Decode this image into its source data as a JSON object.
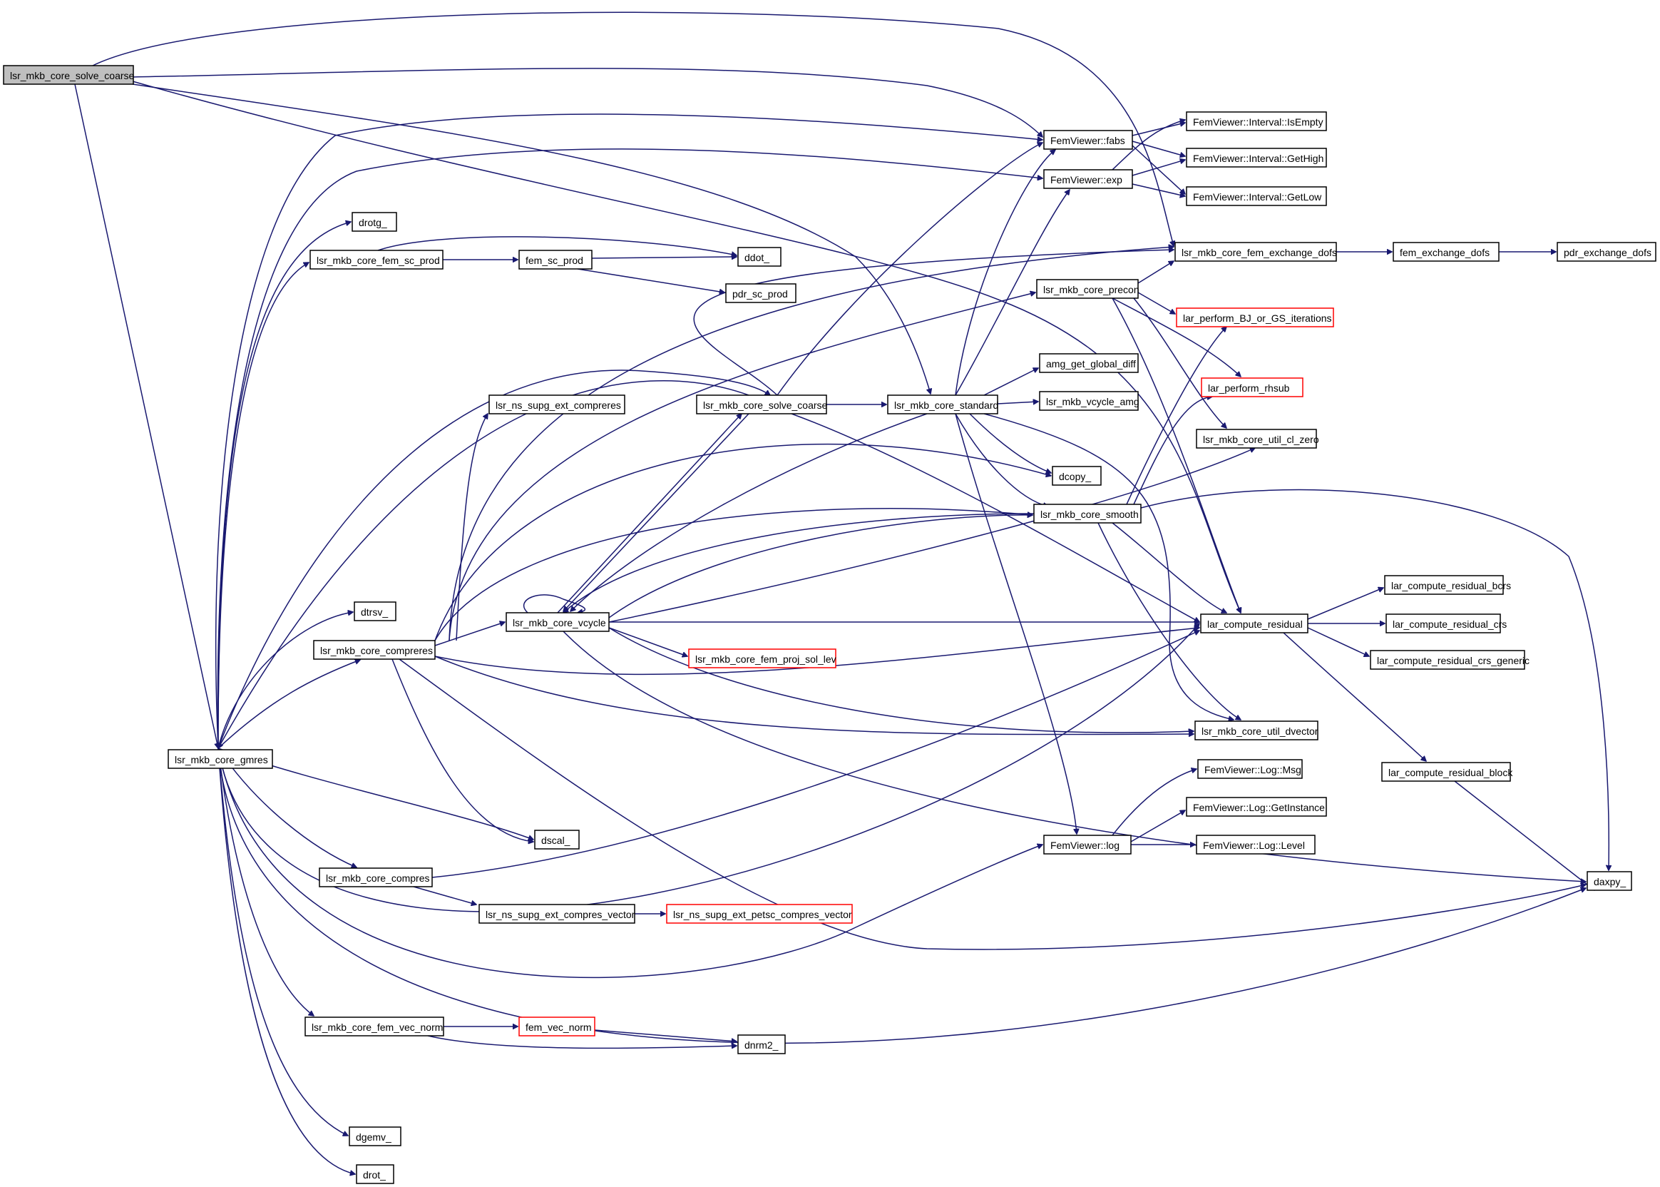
{
  "graph": {
    "type": "call-graph",
    "colors": {
      "edge": "#191970",
      "node_border": "#000000",
      "truncated_border": "#ff0000",
      "root_fill": "#bfbfbf",
      "node_fill": "#ffffff"
    },
    "nodes": [
      {
        "id": "root",
        "label": "lsr_mkb_core_solve_coarse",
        "kind": "root"
      },
      {
        "id": "gmres",
        "label": "lsr_mkb_core_gmres"
      },
      {
        "id": "fabs",
        "label": "FemViewer::fabs"
      },
      {
        "id": "exp",
        "label": "FemViewer::exp"
      },
      {
        "id": "isempty",
        "label": "FemViewer::Interval::IsEmpty"
      },
      {
        "id": "gethigh",
        "label": "FemViewer::Interval::GetHigh"
      },
      {
        "id": "getlow",
        "label": "FemViewer::Interval::GetLow"
      },
      {
        "id": "drotg",
        "label": "drotg_"
      },
      {
        "id": "scprod",
        "label": "lsr_mkb_core_fem_sc_prod"
      },
      {
        "id": "femscprod",
        "label": "fem_sc_prod"
      },
      {
        "id": "ddot",
        "label": "ddot_"
      },
      {
        "id": "pdrscprod",
        "label": "pdr_sc_prod"
      },
      {
        "id": "exdofs",
        "label": "lsr_mkb_core_fem_exchange_dofs"
      },
      {
        "id": "femexdofs",
        "label": "fem_exchange_dofs"
      },
      {
        "id": "pdrexdofs",
        "label": "pdr_exchange_dofs"
      },
      {
        "id": "precon",
        "label": "lsr_mkb_core_precon"
      },
      {
        "id": "bjgs",
        "label": "lar_perform_BJ_or_GS_iterations",
        "kind": "truncated"
      },
      {
        "id": "amgdiff",
        "label": "amg_get_global_diff"
      },
      {
        "id": "nssupg",
        "label": "lsr_ns_supg_ext_compreres"
      },
      {
        "id": "solvecoarse2",
        "label": "lsr_mkb_core_solve_coarse"
      },
      {
        "id": "standard",
        "label": "lsr_mkb_core_standard"
      },
      {
        "id": "vcycleamg",
        "label": "lsr_mkb_vcycle_amg"
      },
      {
        "id": "rhsub",
        "label": "lar_perform_rhsub",
        "kind": "truncated"
      },
      {
        "id": "clzero",
        "label": "lsr_mkb_core_util_cl_zero"
      },
      {
        "id": "dcopy",
        "label": "dcopy_"
      },
      {
        "id": "smooth",
        "label": "lsr_mkb_core_smooth"
      },
      {
        "id": "dtrsv",
        "label": "dtrsv_"
      },
      {
        "id": "vcycle",
        "label": "lsr_mkb_core_vcycle"
      },
      {
        "id": "compreres",
        "label": "lsr_mkb_core_compreres"
      },
      {
        "id": "resid",
        "label": "lar_compute_residual"
      },
      {
        "id": "residbcrs",
        "label": "lar_compute_residual_bcrs"
      },
      {
        "id": "residcrs",
        "label": "lar_compute_residual_crs"
      },
      {
        "id": "residgen",
        "label": "lar_compute_residual_crs_generic"
      },
      {
        "id": "projsol",
        "label": "lsr_mkb_core_fem_proj_sol_lev",
        "kind": "truncated"
      },
      {
        "id": "dvector",
        "label": "lsr_mkb_core_util_dvector"
      },
      {
        "id": "residblock",
        "label": "lar_compute_residual_block"
      },
      {
        "id": "logmsg",
        "label": "FemViewer::Log::Msg"
      },
      {
        "id": "loginst",
        "label": "FemViewer::Log::GetInstance"
      },
      {
        "id": "dscal",
        "label": "dscal_"
      },
      {
        "id": "fvlog",
        "label": "FemViewer::log"
      },
      {
        "id": "loglevel",
        "label": "FemViewer::Log::Level"
      },
      {
        "id": "compres",
        "label": "lsr_mkb_core_compres"
      },
      {
        "id": "daxpy",
        "label": "daxpy_"
      },
      {
        "id": "compresvec",
        "label": "lsr_ns_supg_ext_compres_vector"
      },
      {
        "id": "petsccompres",
        "label": "lsr_ns_supg_ext_petsc_compres_vector",
        "kind": "truncated"
      },
      {
        "id": "vecnorm",
        "label": "lsr_mkb_core_fem_vec_norm"
      },
      {
        "id": "femvecnorm",
        "label": "fem_vec_norm",
        "kind": "truncated"
      },
      {
        "id": "dnrm2",
        "label": "dnrm2_"
      },
      {
        "id": "dgemv",
        "label": "dgemv_"
      },
      {
        "id": "drot",
        "label": "drot_"
      }
    ]
  }
}
